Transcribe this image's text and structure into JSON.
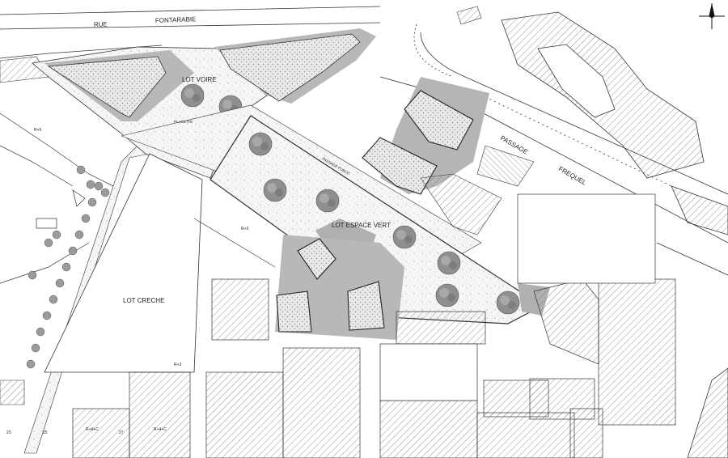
{
  "plan": {
    "street_labels": {
      "rue": "RUE",
      "fontarabie": "FONTARABIE",
      "passage": "PASSAGE",
      "frequel": "FREQUEL"
    },
    "lot_labels": {
      "lot_voire": "LOT VOIRE",
      "lot_espace_vert": "LOT ESPACE VERT",
      "lot_creche": "LOT CRECHE"
    },
    "small_labels": {
      "placette": "PLACETTE",
      "passage_public": "PASSAGE PUBLIC",
      "r5": "R+5",
      "r3": "R+3",
      "r4c": "R+4+C",
      "r4c_2": "R+4+C",
      "r3_b": "R+3",
      "n23": "23",
      "n25": "25",
      "n27": "27"
    },
    "colors": {
      "line": "#333333",
      "shadow": "#b3b3b3",
      "tree": "#8a8a8a",
      "hatch": "#7a7a7a",
      "speckle": "#e4e4e4"
    },
    "icons": {
      "north_arrow": "compass-north-icon"
    }
  }
}
